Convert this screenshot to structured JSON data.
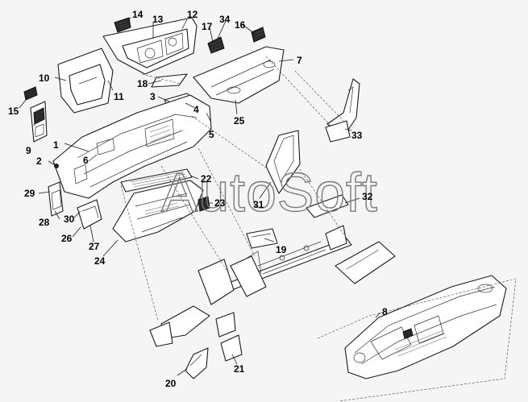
{
  "watermark": "AutoSoft",
  "callouts": [
    "1",
    "2",
    "3",
    "4",
    "5",
    "6",
    "7",
    "8",
    "9",
    "10",
    "11",
    "12",
    "13",
    "14",
    "15",
    "16",
    "17",
    "18",
    "19",
    "20",
    "21",
    "22",
    "23",
    "24",
    "25",
    "26",
    "27",
    "28",
    "29",
    "30",
    "31",
    "32",
    "33",
    "34"
  ]
}
